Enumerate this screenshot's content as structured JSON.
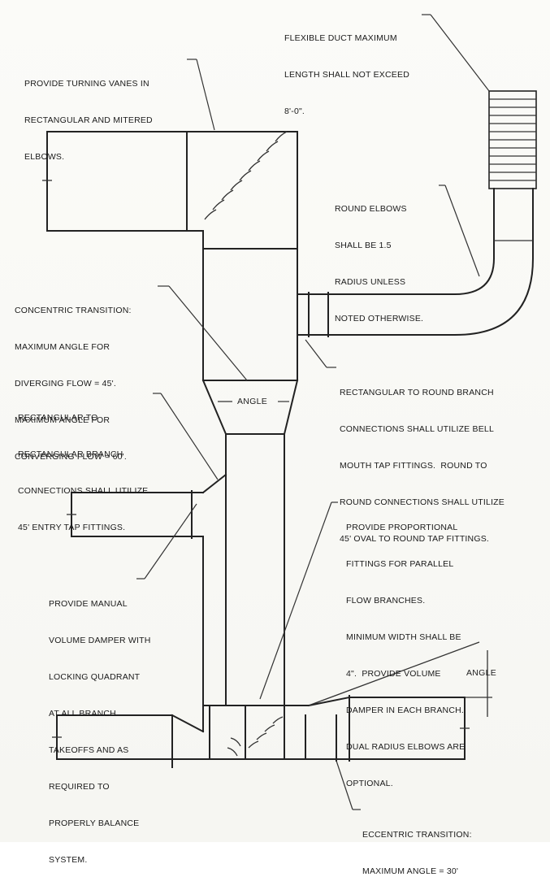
{
  "notes": {
    "flexible_duct": [
      "FLEXIBLE DUCT MAXIMUM",
      "LENGTH SHALL NOT EXCEED",
      "8'-0\"."
    ],
    "turning_vanes": [
      "PROVIDE TURNING VANES IN",
      "RECTANGULAR AND MITERED",
      "ELBOWS."
    ],
    "round_elbows": [
      "ROUND ELBOWS",
      "SHALL BE 1.5",
      "RADIUS UNLESS",
      "NOTED OTHERWISE."
    ],
    "concentric_transition": [
      "CONCENTRIC TRANSITION:",
      "MAXIMUM ANGLE FOR",
      "DIVERGING FLOW = 45'.",
      "MAXIMUM ANGLE FOR",
      "CONVERGING FLOW = 60'."
    ],
    "rect_to_round_branch": [
      "RECTANGULAR TO ROUND BRANCH",
      "CONNECTIONS SHALL UTILIZE BELL",
      "MOUTH TAP FITTINGS.  ROUND TO",
      "ROUND CONNECTIONS SHALL UTILIZE",
      "45' OVAL TO ROUND TAP FITTINGS."
    ],
    "rect_to_rect_branch": [
      "RECTANGULAR TO",
      "RECTANGULAR BRANCH",
      "CONNECTIONS SHALL UTILIZE",
      "45' ENTRY TAP FITTINGS."
    ],
    "proportional_fittings": [
      "PROVIDE PROPORTIONAL",
      "FITTINGS FOR PARALLEL",
      "FLOW BRANCHES.",
      "MINIMUM WIDTH SHALL BE",
      "4\".  PROVIDE VOLUME",
      "DAMPER IN EACH BRANCH.",
      "DUAL RADIUS ELBOWS ARE",
      "OPTIONAL."
    ],
    "manual_damper": [
      "PROVIDE MANUAL",
      "VOLUME DAMPER WITH",
      "LOCKING QUADRANT",
      "AT ALL BRANCH",
      "TAKEOFFS AND AS",
      "REQUIRED TO",
      "PROPERLY BALANCE",
      "SYSTEM."
    ],
    "eccentric_transition": [
      "ECCENTRIC TRANSITION:",
      "MAXIMUM ANGLE = 30'"
    ]
  },
  "labels": {
    "angle_center": "ANGLE",
    "angle_right": "ANGLE"
  }
}
